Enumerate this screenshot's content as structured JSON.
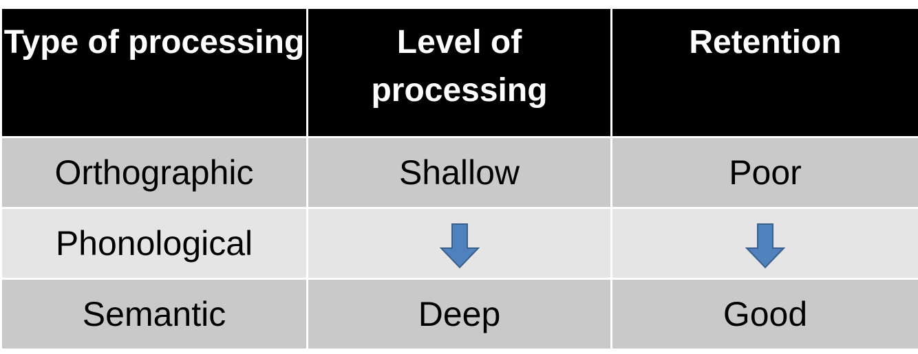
{
  "headers": {
    "col1": "Type of processing",
    "col2": "Level of processing",
    "col3": "Retention"
  },
  "rows": [
    {
      "type": "Orthographic",
      "level": "Shallow",
      "retention": "Poor"
    },
    {
      "type": "Phonological",
      "level_icon": "down-arrow-icon",
      "retention_icon": "down-arrow-icon"
    },
    {
      "type": "Semantic",
      "level": "Deep",
      "retention": "Good"
    }
  ],
  "colors": {
    "header_bg": "#000000",
    "header_text": "#ffffff",
    "row_dark": "#c9c9c9",
    "row_light": "#e5e5e5",
    "arrow_fill": "#4f81bd",
    "arrow_stroke": "#3a5f8c"
  }
}
